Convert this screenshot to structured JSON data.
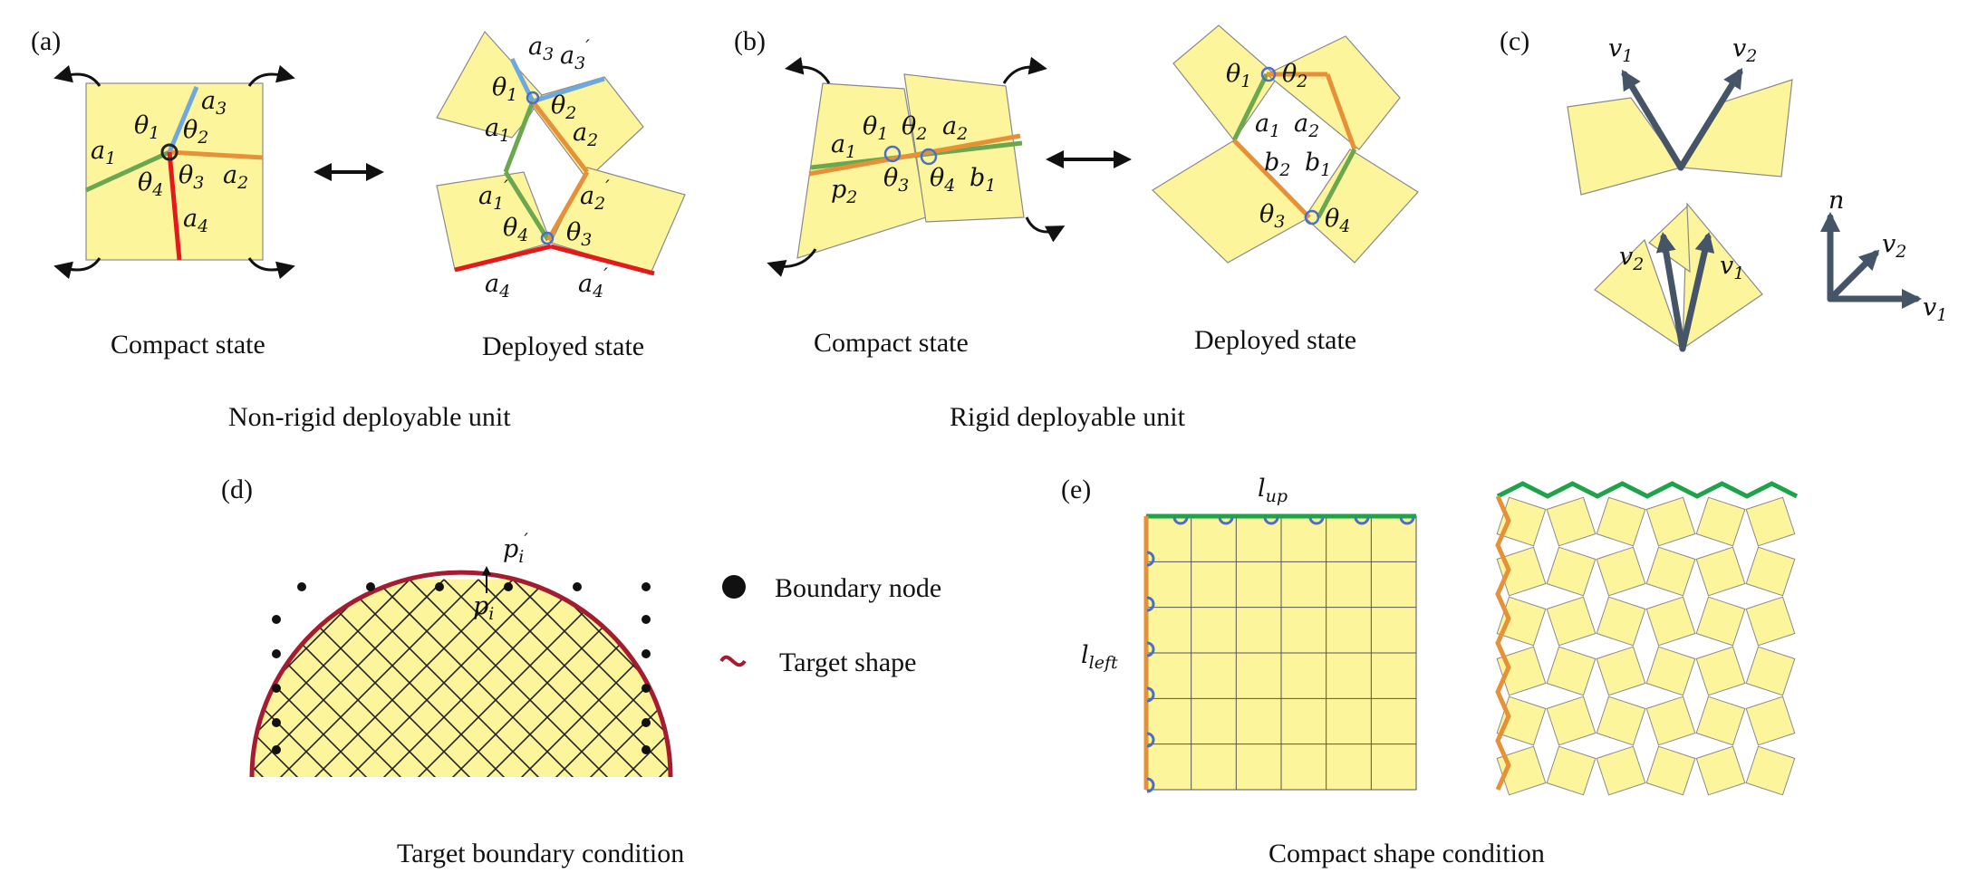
{
  "panels": {
    "a": "(a)",
    "b": "(b)",
    "c": "(c)",
    "d": "(d)",
    "e": "(e)"
  },
  "captions": {
    "a_left": "Compact state",
    "a_right": "Deployed state",
    "a_group": "Non-rigid deployable unit",
    "b_left": "Compact state",
    "b_right": "Deployed state",
    "b_group": "Rigid deployable unit",
    "d": "Target boundary condition",
    "e": "Compact shape condition"
  },
  "legend": {
    "boundary_node": "Boundary node",
    "target_shape": "Target shape"
  },
  "symbols": {
    "a1": "a",
    "a2": "a",
    "a3": "a",
    "a4": "a",
    "theta": "θ",
    "v": "v",
    "n": "n",
    "p": "p",
    "l_up_main": "l",
    "l_up_sub": "up",
    "l_left_main": "l",
    "l_left_sub": "left"
  },
  "colors": {
    "tile_fill": "#fdf59b",
    "edge_a1": "#6aa84f",
    "edge_a2": "#e69138",
    "edge_a3": "#6fa8dc",
    "edge_a4": "#e31a1c",
    "target_shape": "#a51c30",
    "arrows": "#465467",
    "hinge_circle": "#4a6fc7"
  }
}
